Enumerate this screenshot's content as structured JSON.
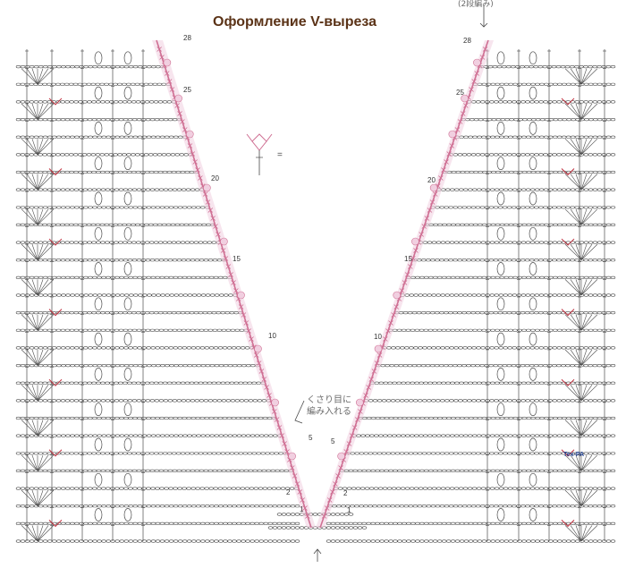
{
  "title": "Оформление V-выреза",
  "row_labels_left": [
    "28",
    "25",
    "20",
    "15",
    "10",
    "5",
    "2",
    "1"
  ],
  "row_labels_right": [
    "28",
    "25",
    "20",
    "15",
    "10",
    "5",
    "2",
    "1"
  ],
  "note": {
    "line1": "くさり目に",
    "line2": "編み入れる"
  },
  "top_right_note": "(2段編み)",
  "legend_symbol_equals": "=",
  "credit": "Tex-PA",
  "colors": {
    "title": "#5b3317",
    "stitches": "#4a4a4a",
    "edging": "#cf6f93",
    "highlight": "#f1cfe0",
    "credit": "#1f3f8f"
  }
}
